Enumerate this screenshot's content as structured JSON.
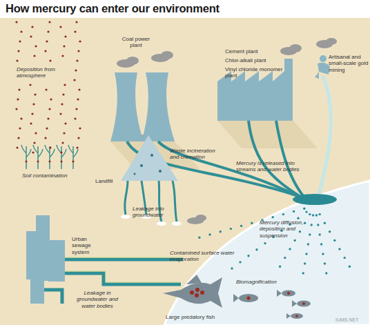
{
  "diagram": {
    "title": "How mercury can enter our environment",
    "labels": [
      "Deposition from atmosphere",
      "Soil contamination",
      "Coal power plant",
      "Cement plant",
      "Chlor-alkali plant",
      "Vinyl chloride monomer plant",
      "Artisanal and small-scale gold mining",
      "Landfill",
      "Waste incineration and cremation",
      "Leakage into groundwater",
      "Mercury is released into streams and water bodies",
      "Urban sewage system",
      "Leakage in groundwater and water bodies",
      "Mercury diffusion, deposition and suspension",
      "Contamined surface water evaporation",
      "Biomagnification",
      "Large predatory fish",
      "IUMS.NET"
    ]
  }
}
